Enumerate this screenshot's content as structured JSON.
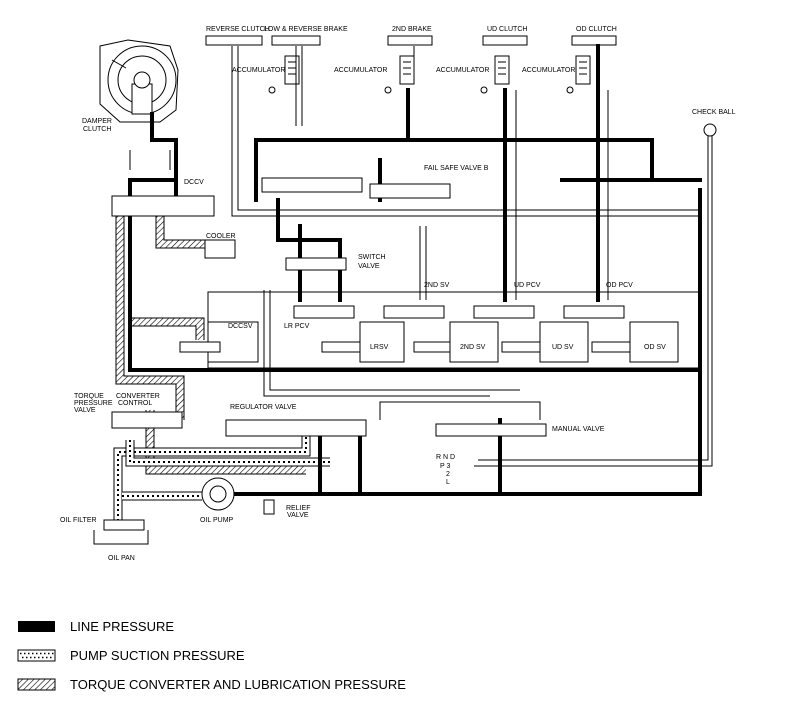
{
  "labels": {
    "reverse_clutch": "REVERSE CLUTCH",
    "low_reverse_brake": "LOW & REVERSE BRAKE",
    "second_brake": "2ND BRAKE",
    "ud_clutch": "UD CLUTCH",
    "od_clutch": "OD CLUTCH",
    "accumulator": "ACCUMULATOR",
    "damper_clutch_1": "DAMPER",
    "damper_clutch_2": "CLUTCH",
    "dccv": "DCCV",
    "check_ball": "CHECK BALL",
    "fail_safe_valve_b": "FAIL SAFE VALVE B",
    "cooler": "COOLER",
    "switch_valve_1": "SWITCH",
    "switch_valve_2": "VALVE",
    "second_sv": "2ND SV",
    "ud_pcv": "UD PCV",
    "od_pcv": "OD PCV",
    "dccsv": "DCCSV",
    "lr_pcv": "LR PCV",
    "lrsv": "LRSV",
    "ud_sv": "UD SV",
    "od_sv": "OD SV",
    "torque_pressure_valve_1": "TORQUE",
    "torque_pressure_valve_2": "PRESSURE",
    "torque_pressure_valve_3": "VALVE",
    "converter_control_1": "CONVERTER",
    "converter_control_2": "CONTROL",
    "regulator_valve": "REGULATOR VALVE",
    "manual_valve": "MANUAL VALVE",
    "gear_1": "R N D",
    "gear_2": "P  3",
    "gear_3": "2",
    "gear_4": "L",
    "relief_valve_1": "RELIEF",
    "relief_valve_2": "VALVE",
    "oil_pump": "OIL PUMP",
    "oil_filter": "OIL FILTER",
    "oil_pan": "OIL PAN"
  },
  "legend": {
    "line_pressure": "LINE PRESSURE",
    "pump_suction_pressure": "PUMP SUCTION PRESSURE",
    "torque_converter_lubrication": "TORQUE CONVERTER AND LUBRICATION PRESSURE"
  }
}
